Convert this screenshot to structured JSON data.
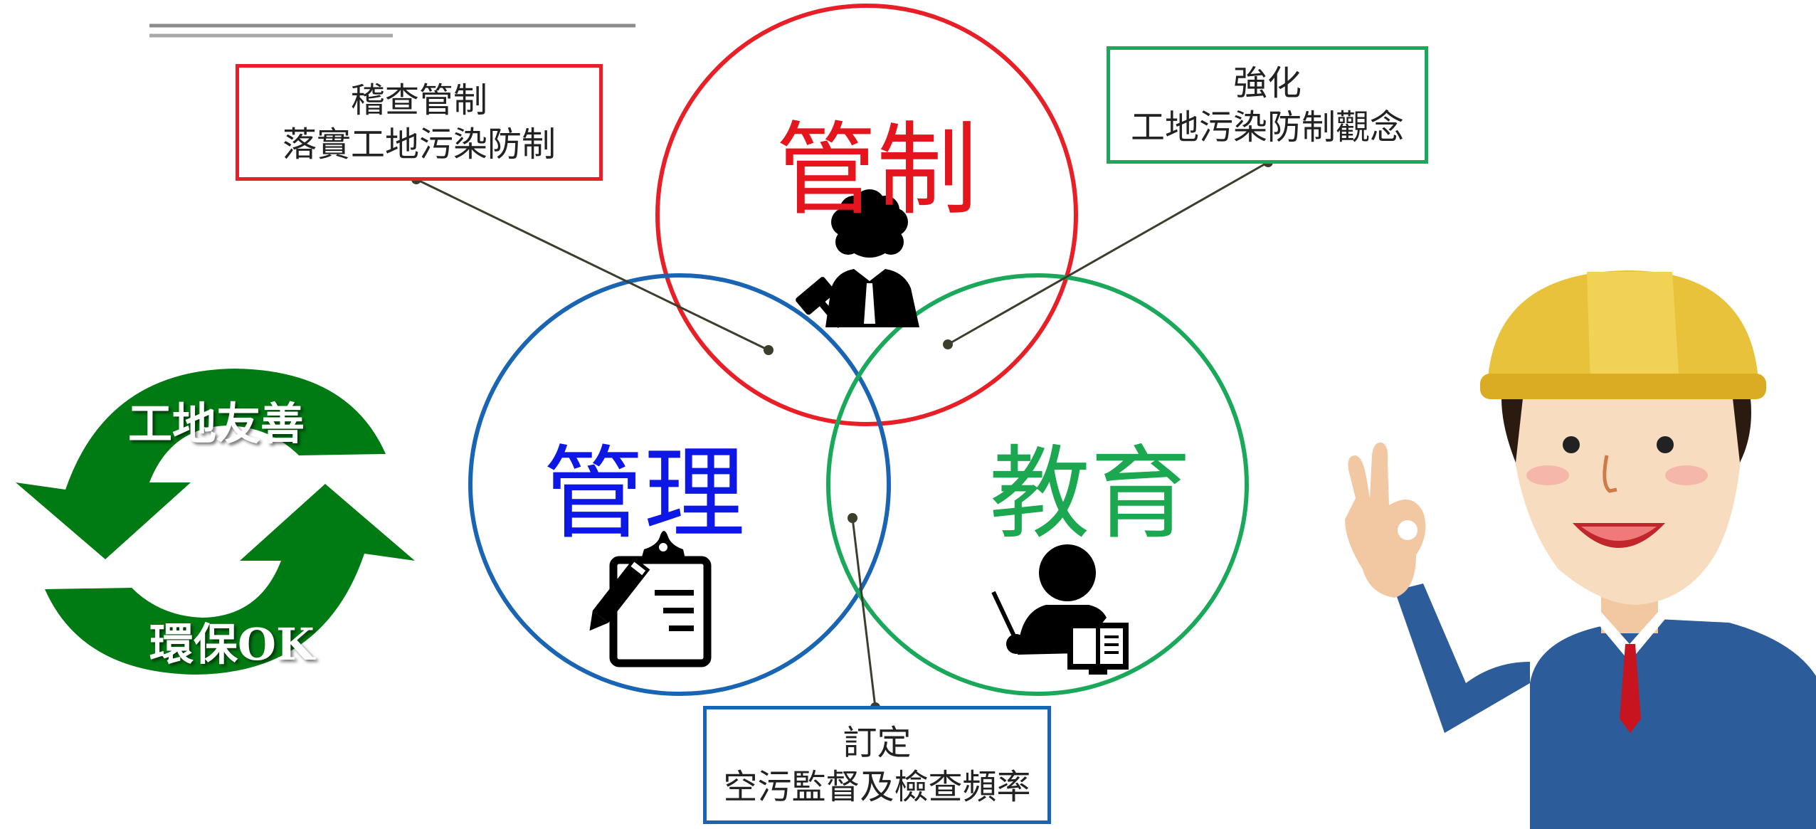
{
  "callouts": {
    "control": {
      "line1": "稽查管制",
      "line2": "落實工地污染防制"
    },
    "education": {
      "line1": "強化",
      "line2": "工地污染防制觀念"
    },
    "management": {
      "line1": "訂定",
      "line2": "空污監督及檢查頻率"
    }
  },
  "circles": {
    "control": {
      "title": "管制",
      "icon": "judge-icon"
    },
    "management": {
      "title": "管理",
      "icon": "clipboard-icon"
    },
    "education": {
      "title": "教育",
      "icon": "teacher-icon"
    }
  },
  "cycle": {
    "top_text": "工地友善",
    "bottom_text": "環保OK",
    "icon": "recycle-arrows-icon"
  },
  "mascot": {
    "icon": "construction-worker-ok-icon"
  },
  "colors": {
    "control": "#e81f27",
    "management": "#1a64b4",
    "education": "#1aa85a",
    "cycle_green": "#007a12",
    "helmet": "#e8c23a",
    "uniform": "#2c5c99"
  }
}
